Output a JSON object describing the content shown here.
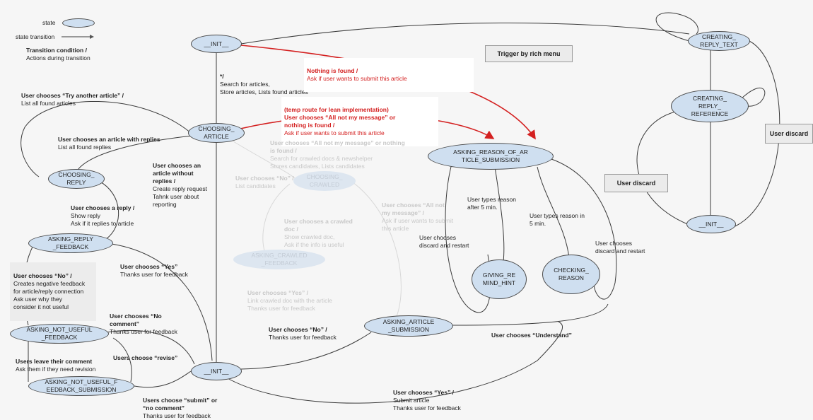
{
  "legend": {
    "state_label": "state",
    "transition_label": "state transition",
    "condition_label": "Transition condition /",
    "action_label": "Actions during transition"
  },
  "top_box": "Trigger by rich menu",
  "discard_box_right": "User discard",
  "discard_box_left": "User discard",
  "nodes": {
    "init_top": "__INIT__",
    "choosing_article": "CHOOSING_\nARTICLE",
    "choosing_reply": "CHOOSING_\nREPLY",
    "asking_reply_feedback": "ASKING_REPLY\n_FEEDBACK",
    "asking_not_useful_feedback": "ASKING_NOT_USEFUL\n_FEEDBACK",
    "asking_not_useful_feedback_submission": "ASKING_NOT_USEFUL_F\nEEDBACK_SUBMISSION",
    "init_bottom": "__INIT__",
    "choosing_crawled": "CHOOSING_\nCRAWLED",
    "asking_crawled_feedback": "ASKING_CRAWLED\n_FEEDBACK",
    "asking_article_submission": "ASKING_ARTICLE\n_SUBMISSION",
    "asking_reason": "ASKING_REASON_OF_AR\nTICLE_SUBMISSION",
    "giving_remind_hint": "GIVING_RE\nMIND_HINT",
    "checking_reason": "CHECKING_\nREASON",
    "creating_reply_text": "CREATING_\nREPLY_TEXT",
    "creating_reply_reference": "CREATING_\nREPLY_\nREFERENCE",
    "init_right": "__INIT__"
  },
  "labels": {
    "init_to_choosing": {
      "cond": "*/",
      "action": "Search for articles,\nStore articles, Lists found articles"
    },
    "nothing_found": {
      "cond": "Nothing is found /",
      "action": "Ask if user wants to submit this article"
    },
    "temp_route": {
      "cond": "(temp route for lean implementation)\nUser chooses “All not my message” or\nnothing is found /",
      "action": "Ask if user wants to submit this article"
    },
    "try_another": {
      "cond": "User chooses “Try another article” /",
      "action": "List all found articles"
    },
    "article_with_replies": {
      "cond": "User chooses an article with replies",
      "action": "List all found replies"
    },
    "article_without_replies": {
      "cond": "User chooses an\narticle without\nreplies /",
      "action": "Create reply request\nTahnk user about\nreporting"
    },
    "choose_reply": {
      "cond": "User chooses a reply /",
      "action": "Show reply\nAsk if it replies to article"
    },
    "choose_no": {
      "cond": "User chooses “No” /",
      "action": "Creates negative feedback\nfor article/reply connection\nAsk user why they\nconsider it not useful"
    },
    "choose_yes_feedback": {
      "cond": "User chooses “Yes”",
      "action": "Thanks user for feedback"
    },
    "no_comment": {
      "cond": "User chooses “No\ncomment”",
      "action": "Thanks user for feedback"
    },
    "revise": {
      "cond": "Users choose “revise”",
      "action": ""
    },
    "leave_comment": {
      "cond": "Users leave their comment",
      "action": "Ask them if they need revision"
    },
    "submit_no_comment": {
      "cond": "Users choose “submit” or\n“no comment”",
      "action": "Thanks user for feedback"
    },
    "choose_no_submission": {
      "cond": "User chooses “No” /",
      "action": "Thanks user for feedback"
    },
    "choose_yes_submit": {
      "cond": "User chooses “Yes” /",
      "action": "Submit article\nThanks user for feedback"
    },
    "understand": {
      "cond": "User chooses “Understand”",
      "action": ""
    },
    "reason_after_5": {
      "cond": "",
      "action": "User types reason\nafter 5 min."
    },
    "reason_in_5": {
      "cond": "",
      "action": "User types reason in\n5 min."
    },
    "discard_restart_left": {
      "cond": "",
      "action": "User chooses\ndiscard and restart"
    },
    "discard_restart_right": {
      "cond": "",
      "action": "User chooses\ndiscard and restart"
    },
    "faded_all_not_mine": {
      "cond": "User chooses “All not my message” or nothing\nis found /",
      "action": "Search for crawled docs & newshelper\nStores candidates, Lists candidates"
    },
    "faded_choose_no": {
      "cond": "User chooses “No” /",
      "action": "List candidates"
    },
    "faded_crawled_doc": {
      "cond": "User chooses a crawled\ndoc /",
      "action": "Show crawled doc,\nAsk if the info is useful"
    },
    "faded_all_not_mine_2": {
      "cond": "User chooses “All not\nmy message” /",
      "action": "Ask if user wants to submit\nthis article"
    },
    "faded_yes": {
      "cond": "User chooses “Yes” /",
      "action": "Link crawled doc with the article\nThanks user for feedback"
    }
  }
}
